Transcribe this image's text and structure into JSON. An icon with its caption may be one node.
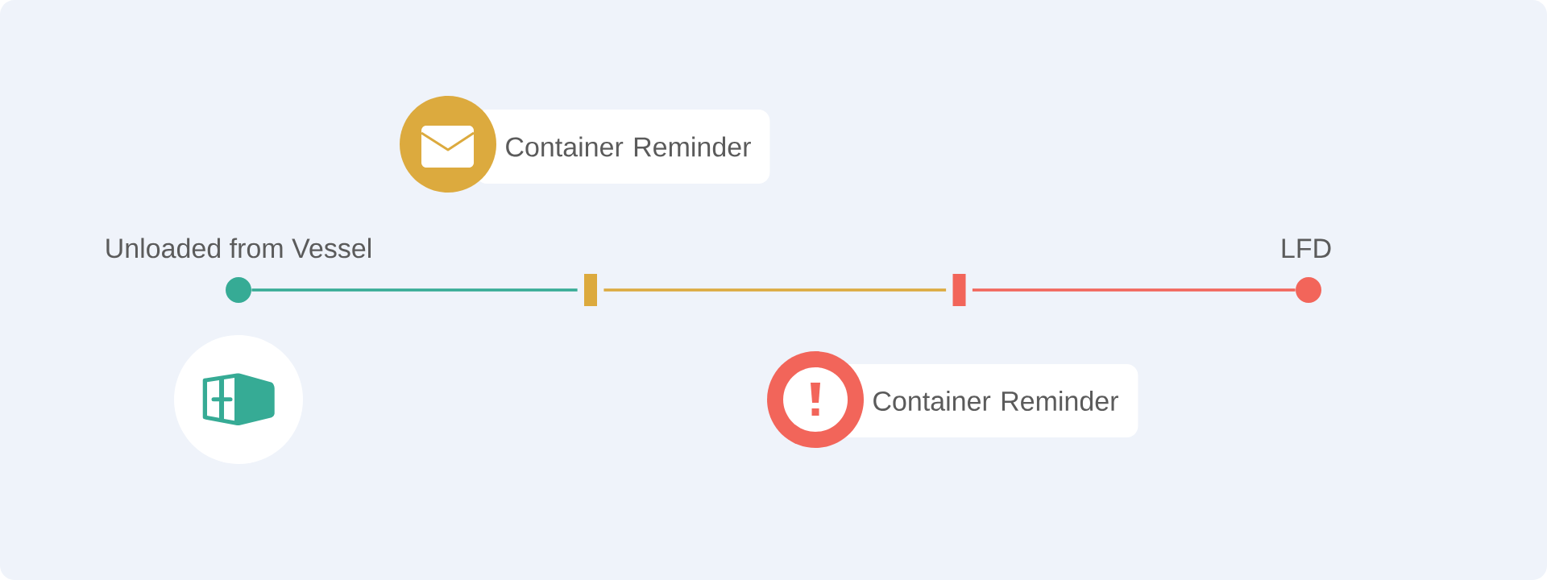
{
  "diagram": {
    "nodes": [
      {
        "text": [
          "Container Reminder"
        ]
      },
      {
        "text": [],
        "shape": "circle",
        "beside": [
          "Unloaded from Vessel"
        ]
      },
      {
        "text": [],
        "shape": "bar"
      },
      {
        "text": [],
        "shape": "bar"
      },
      {
        "text": [],
        "shape": "circle",
        "beside": [
          "LFD"
        ]
      },
      {
        "text": [],
        "shape": "circle"
      },
      {
        "text": [
          "Container Reminder"
        ]
      }
    ],
    "edges": [
      {
        "from": 1,
        "to": 2,
        "arrow": "none",
        "color": "#36ab95"
      },
      {
        "from": 2,
        "to": 3,
        "arrow": "none",
        "color": "#dcaa3e"
      },
      {
        "from": 3,
        "to": 4,
        "arrow": "none",
        "color": "#f2655a"
      }
    ]
  }
}
